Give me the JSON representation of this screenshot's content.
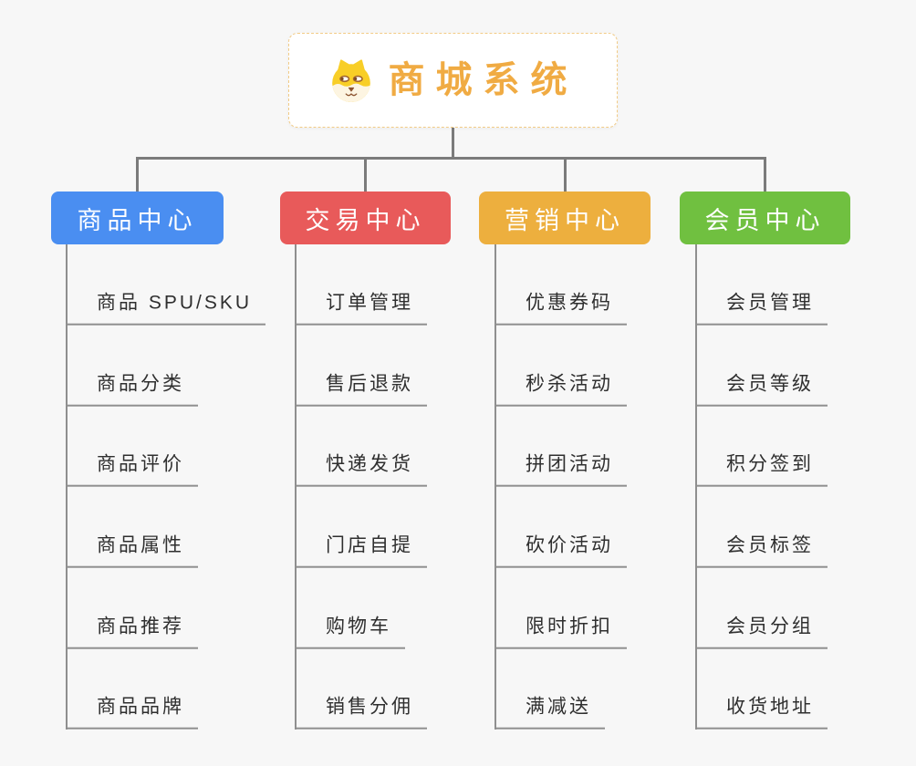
{
  "page": {
    "background": "#f7f7f7",
    "connector_color": "#7b7b7b",
    "leaf_line_color": "#8f8f8f"
  },
  "root": {
    "title": "商城系统",
    "icon": "shiba-dog-icon",
    "accent": "#f0ab43",
    "border_color": "#f2cb85"
  },
  "branches": [
    {
      "label": "商品中心",
      "color": "#4a8ef1",
      "children": [
        "商品 SPU/SKU",
        "商品分类",
        "商品评价",
        "商品属性",
        "商品推荐",
        "商品品牌"
      ]
    },
    {
      "label": "交易中心",
      "color": "#e85a5a",
      "children": [
        "订单管理",
        "售后退款",
        "快递发货",
        "门店自提",
        "购物车",
        "销售分佣"
      ]
    },
    {
      "label": "营销中心",
      "color": "#edaf3e",
      "children": [
        "优惠券码",
        "秒杀活动",
        "拼团活动",
        "砍价活动",
        "限时折扣",
        "满减送"
      ]
    },
    {
      "label": "会员中心",
      "color": "#70c040",
      "children": [
        "会员管理",
        "会员等级",
        "积分签到",
        "会员标签",
        "会员分组",
        "收货地址"
      ]
    }
  ]
}
